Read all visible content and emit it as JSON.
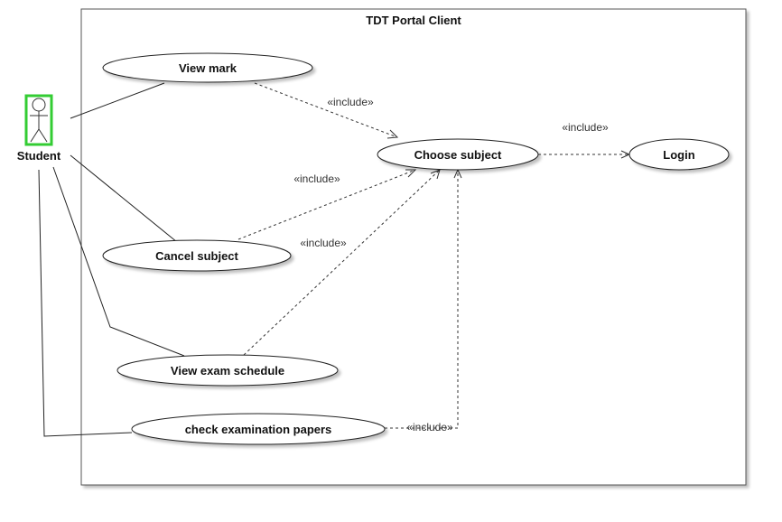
{
  "system": {
    "title": "TDT Portal Client"
  },
  "actor": {
    "name": "Student",
    "highlight_color": "#33cc33"
  },
  "use_cases": {
    "view_mark": "View mark",
    "choose_subject": "Choose subject",
    "login": "Login",
    "cancel_subject": "Cancel subject",
    "view_exam_schedule": "View exam schedule",
    "check_examination_papers": "check examination papers"
  },
  "relations": {
    "include_label": "«include»"
  }
}
